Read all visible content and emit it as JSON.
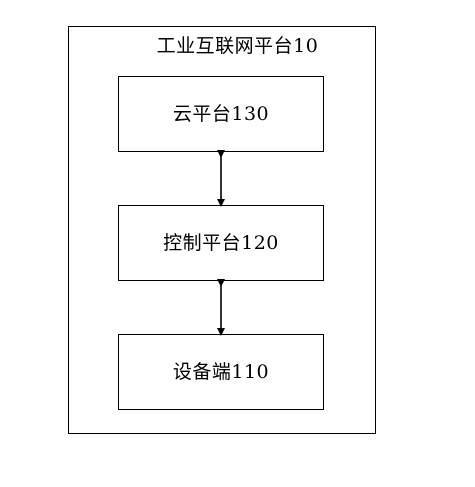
{
  "diagram": {
    "platform_title": "工业互联网平台10",
    "modules": {
      "cloud": "云平台130",
      "control": "控制平台120",
      "device": "设备端110"
    },
    "connections": [
      {
        "from": "cloud",
        "to": "control",
        "style": "bidirectional-arrow"
      },
      {
        "from": "control",
        "to": "device",
        "style": "bidirectional-arrow"
      }
    ]
  }
}
